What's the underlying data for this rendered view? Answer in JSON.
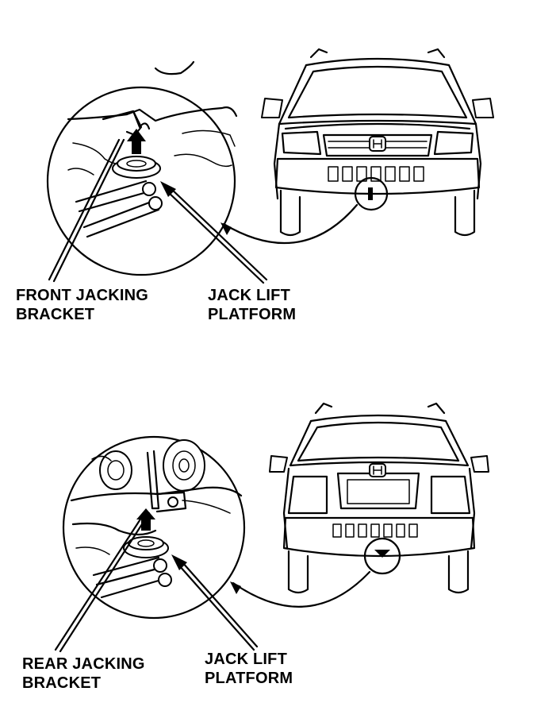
{
  "front": {
    "bracket_label": [
      "FRONT JACKING",
      "BRACKET"
    ],
    "platform_label": [
      "JACK LIFT",
      "PLATFORM"
    ]
  },
  "rear": {
    "bracket_label": [
      "REAR JACKING",
      "BRACKET"
    ],
    "platform_label": [
      "JACK LIFT",
      "PLATFORM"
    ]
  }
}
